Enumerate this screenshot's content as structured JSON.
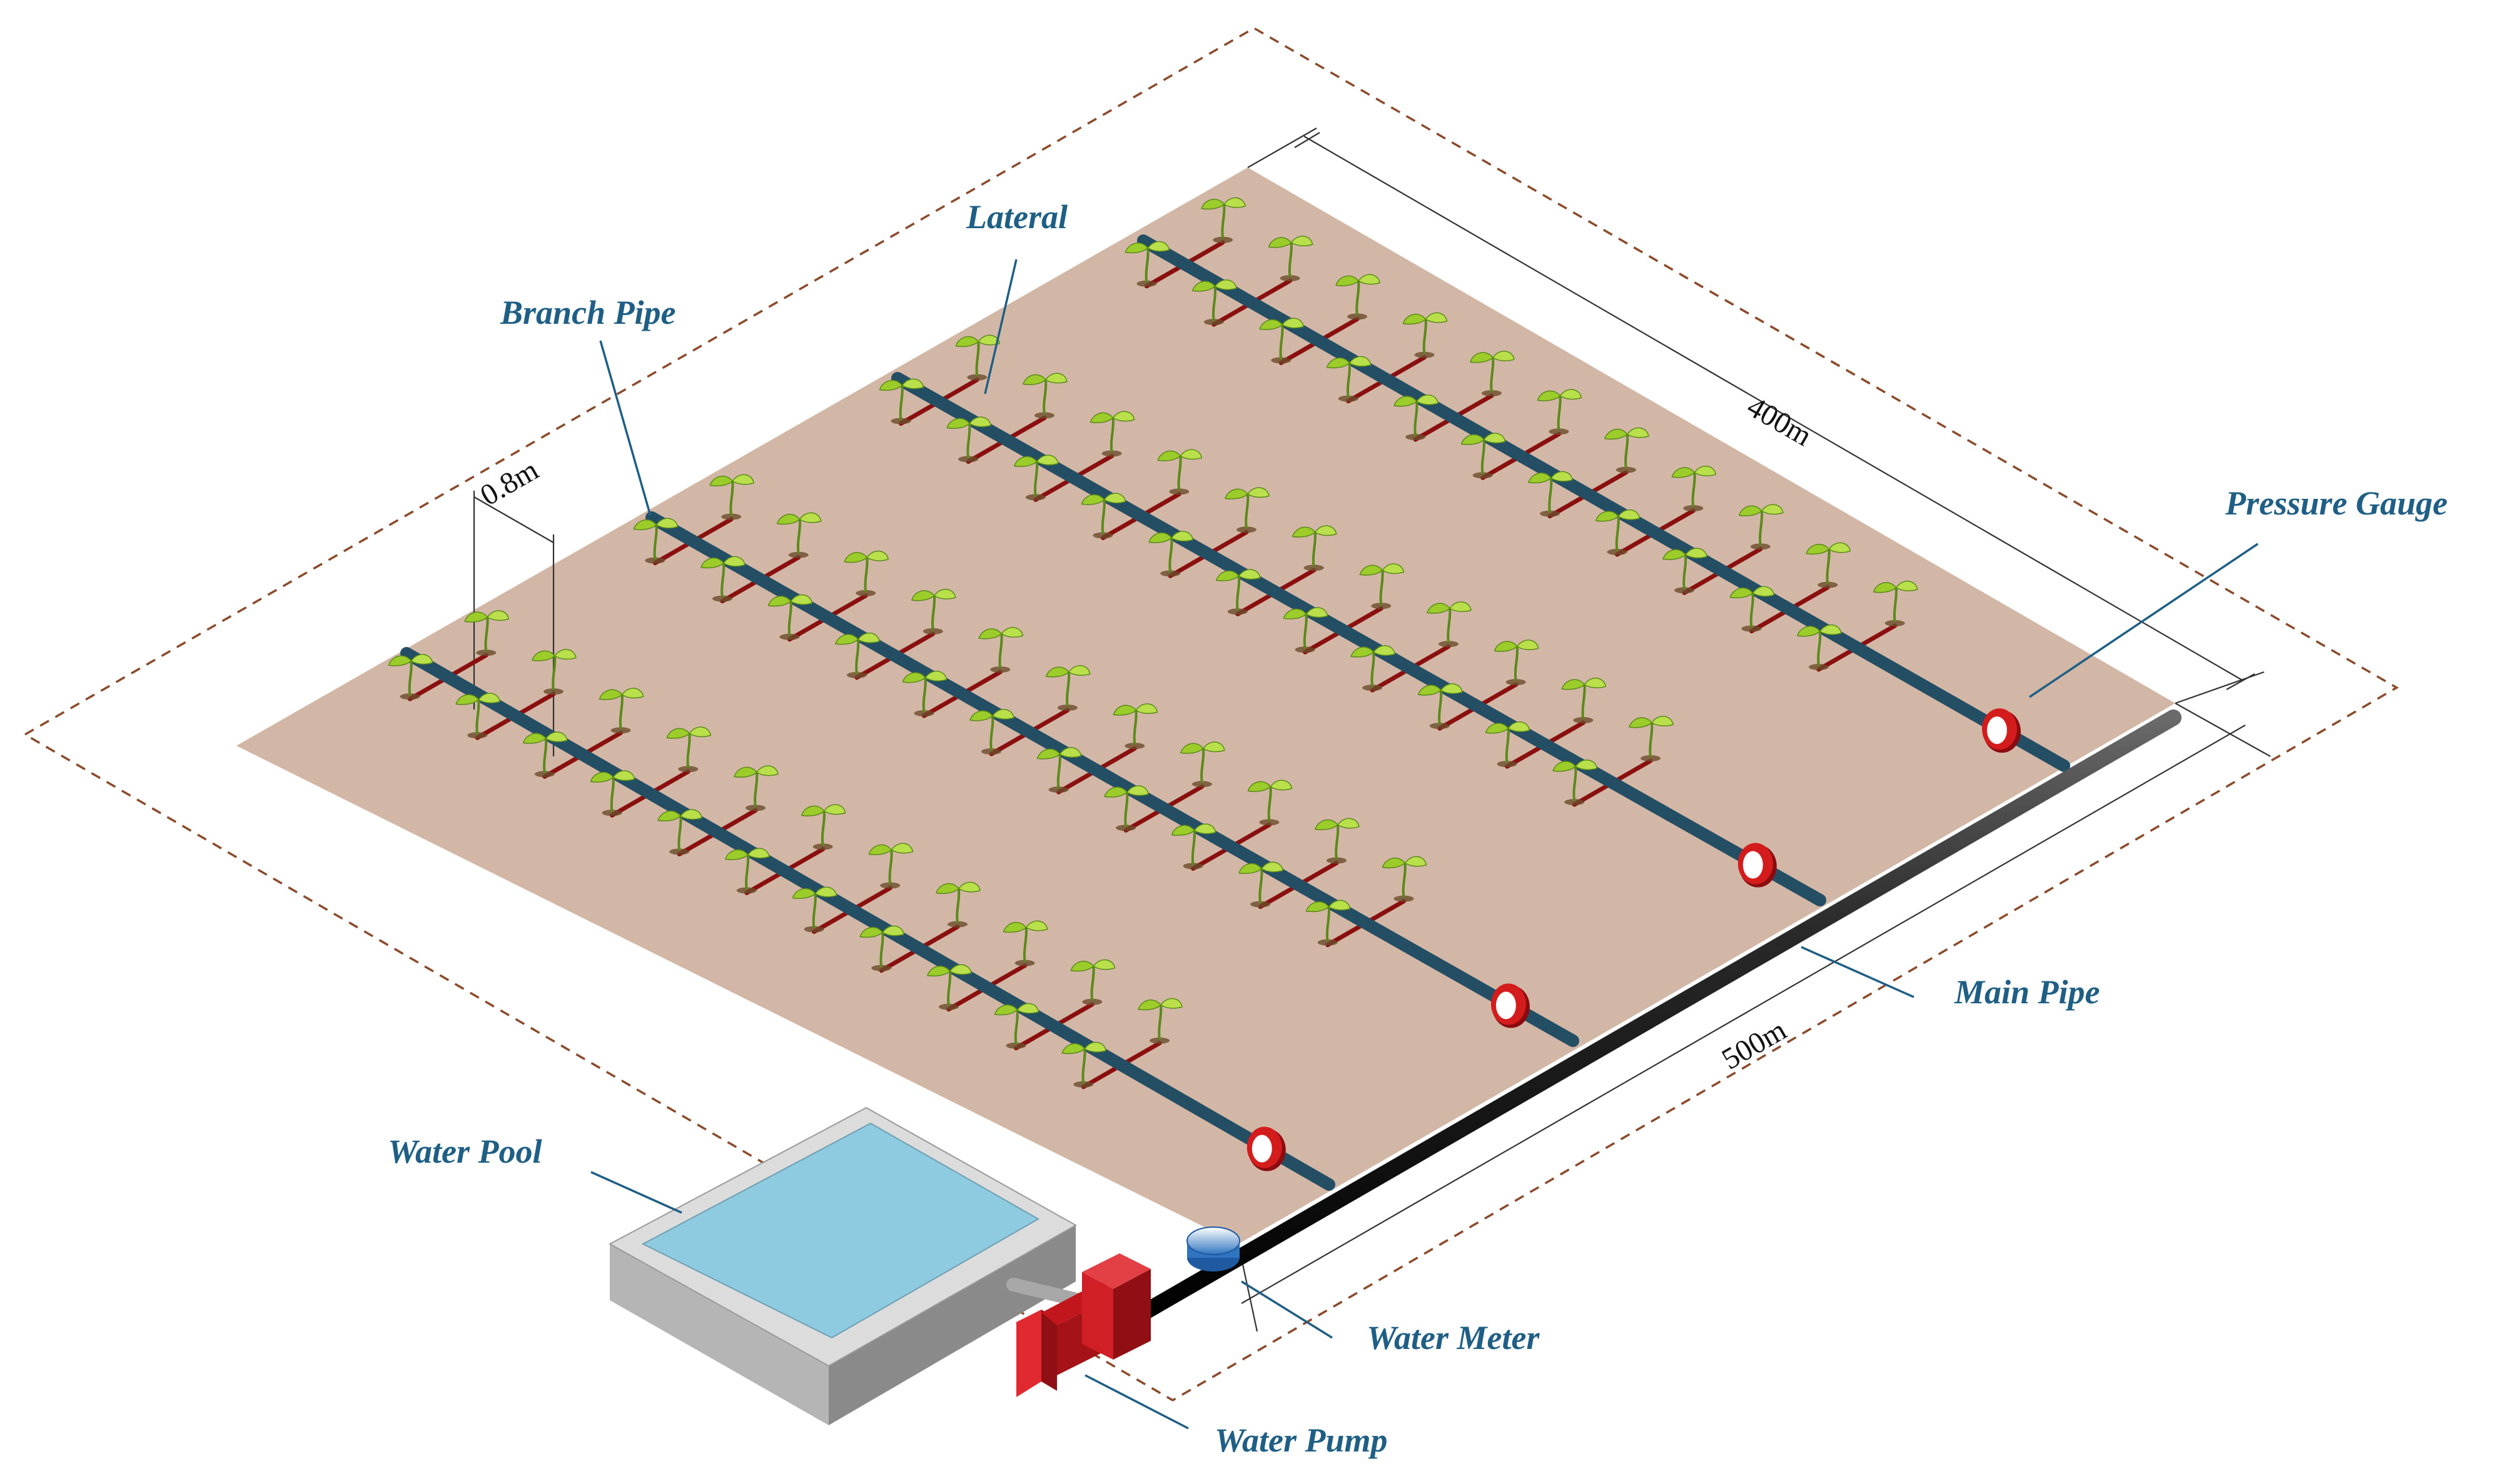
{
  "labels": {
    "lateral": "Lateral",
    "branch_pipe": "Branch Pipe",
    "pressure_gauge": "Pressure Gauge",
    "main_pipe": "Main Pipe",
    "water_pool": "Water Pool",
    "water_meter": "Water Meter",
    "water_pump": "Water Pump"
  },
  "dimensions": {
    "plant_spacing": "0.8m",
    "field_width": "400m",
    "field_length": "500m"
  },
  "colors": {
    "field": "#d3b7a6",
    "branch_pipe": "#234e63",
    "lateral": "#8a1010",
    "main_pipe": "#1a1a1a",
    "pressure_gauge": "#d41c1c",
    "water_meter": "#2f74c0",
    "water_pump": "#c0161c",
    "pool_water": "#8ecae0",
    "pool_wall": "#d9d9d9",
    "plant_leaf": "#9bcc2a",
    "boundary": "#8b4a2b",
    "label_text": "#1f5f86"
  }
}
